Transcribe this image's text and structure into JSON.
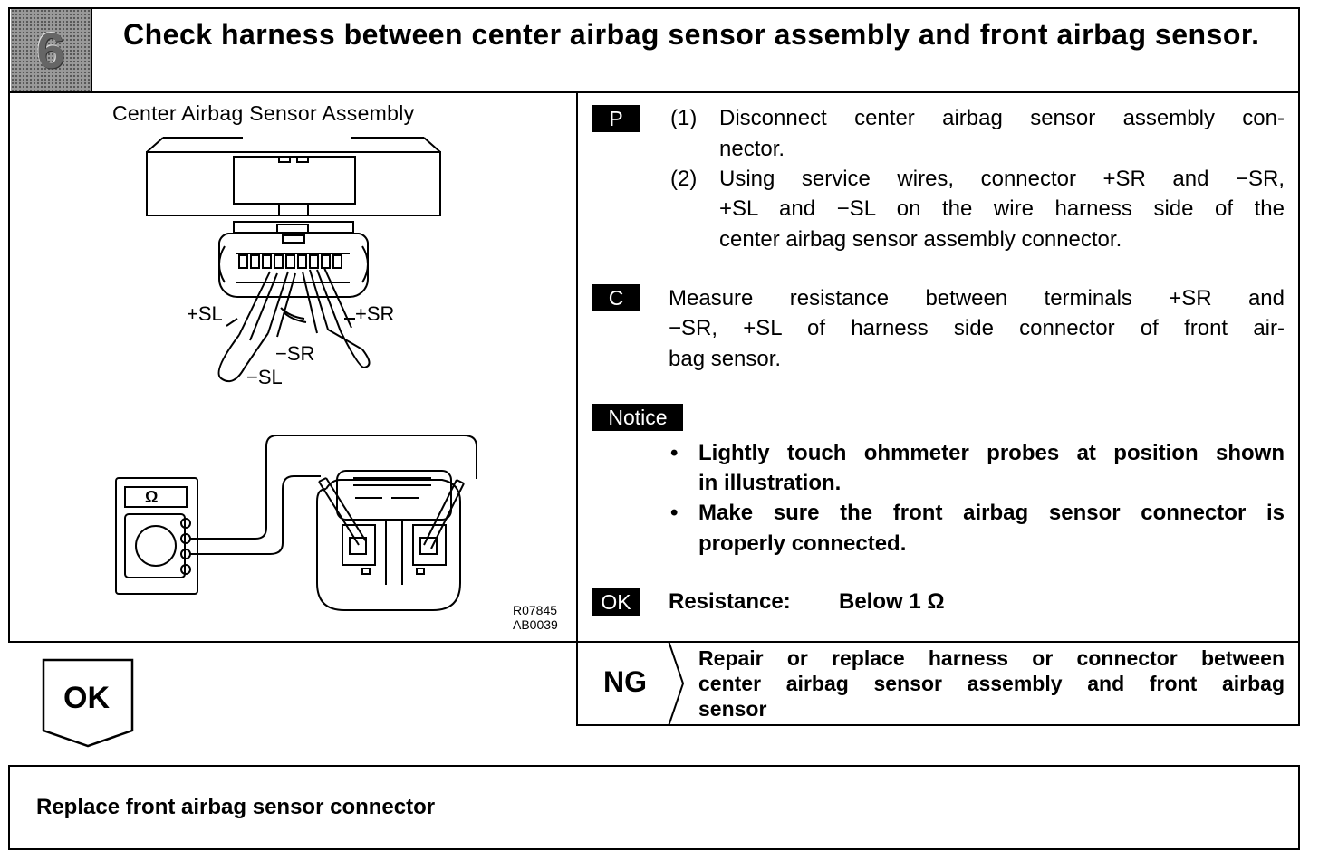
{
  "step": {
    "number": "6",
    "title": "Check harness between center airbag sensor assembly and front airbag sensor."
  },
  "figure": {
    "title": "Center Airbag Sensor Assembly",
    "labels": {
      "plus_sl": "+SL",
      "plus_sr": "+SR",
      "minus_sr": "−SR",
      "minus_sl": "−SL",
      "ohm": "Ω"
    },
    "codes": [
      "R07845",
      "AB0039"
    ]
  },
  "prepare": {
    "tag": "P",
    "steps": [
      {
        "num": "(1)",
        "line1": "Disconnect center airbag sensor assembly con-",
        "line2": "nector."
      },
      {
        "num": "(2)",
        "line1": "Using service wires, connector +SR and −SR,",
        "line2": "+SL and −SL on the wire harness side of the",
        "line3": "center airbag sensor assembly connector."
      }
    ]
  },
  "check": {
    "tag": "C",
    "line1": "Measure resistance between terminals +SR and",
    "line2": "−SR, +SL of harness side connector of front air-",
    "line3": "bag sensor."
  },
  "notice": {
    "tag": "Notice",
    "bullets": [
      {
        "line1": "Lightly touch ohmmeter probes at position shown",
        "line2": "in illustration."
      },
      {
        "line1": "Make sure the front airbag sensor connector is",
        "line2": "properly connected."
      }
    ]
  },
  "ok": {
    "tag": "OK",
    "label": "Resistance:",
    "value": "Below 1 Ω"
  },
  "ng": {
    "tag": "NG",
    "line1": "Repair or replace harness or connector between",
    "line2": "center airbag sensor assembly and front airbag",
    "line3": "sensor"
  },
  "ok_flow": {
    "label": "OK"
  },
  "result": {
    "text": "Replace front airbag sensor connector"
  }
}
